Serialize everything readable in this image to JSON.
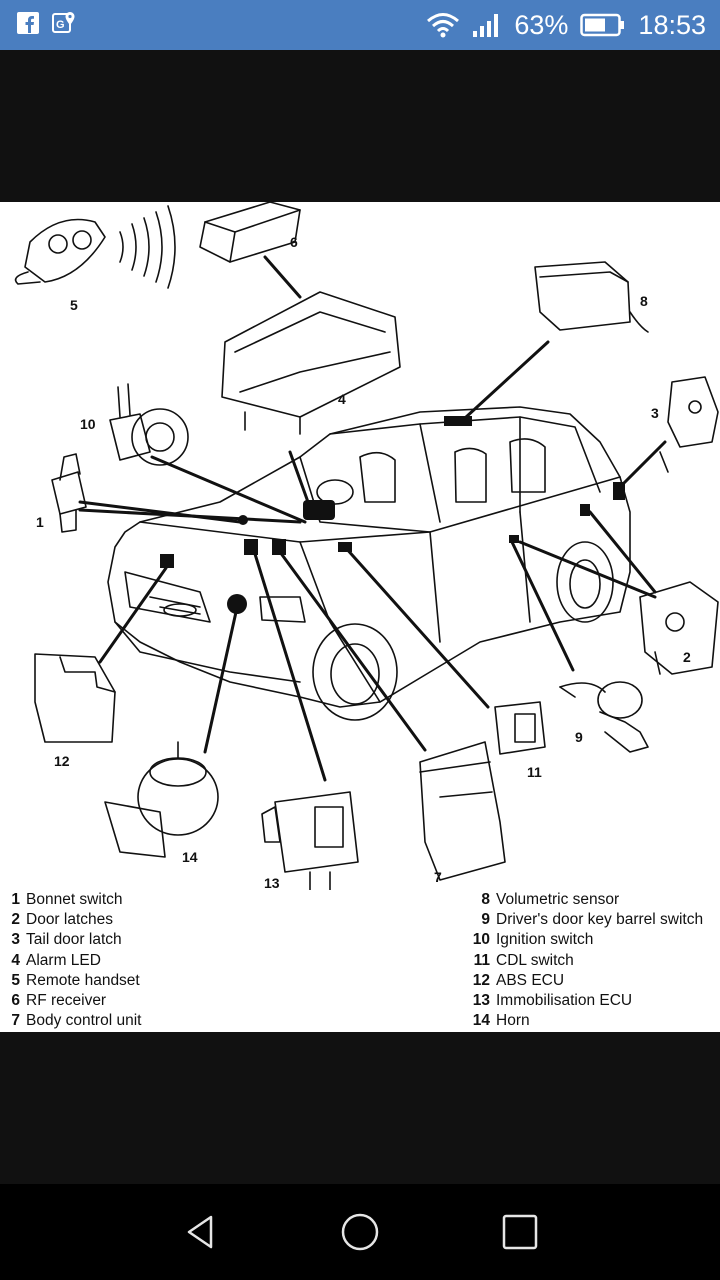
{
  "status_bar": {
    "left_icons": [
      "facebook-icon",
      "maps-icon"
    ],
    "battery_percent": "63%",
    "time": "18:53"
  },
  "diagram": {
    "callouts": [
      "1",
      "2",
      "3",
      "4",
      "5",
      "6",
      "7",
      "8",
      "9",
      "10",
      "11",
      "12",
      "13",
      "14"
    ]
  },
  "legend": {
    "left": [
      {
        "num": "1",
        "label": "Bonnet switch"
      },
      {
        "num": "2",
        "label": "Door latches"
      },
      {
        "num": "3",
        "label": "Tail door latch"
      },
      {
        "num": "4",
        "label": "Alarm LED"
      },
      {
        "num": "5",
        "label": "Remote handset"
      },
      {
        "num": "6",
        "label": "RF receiver"
      },
      {
        "num": "7",
        "label": "Body control unit"
      }
    ],
    "right": [
      {
        "num": "8",
        "label": "Volumetric sensor"
      },
      {
        "num": "9",
        "label": "Driver's door key barrel switch"
      },
      {
        "num": "10",
        "label": "Ignition switch"
      },
      {
        "num": "11",
        "label": "CDL switch"
      },
      {
        "num": "12",
        "label": "ABS ECU"
      },
      {
        "num": "13",
        "label": "Immobilisation ECU"
      },
      {
        "num": "14",
        "label": "Horn"
      }
    ]
  },
  "nav_bar": {
    "buttons": [
      "back-icon",
      "home-icon",
      "recents-icon"
    ]
  }
}
